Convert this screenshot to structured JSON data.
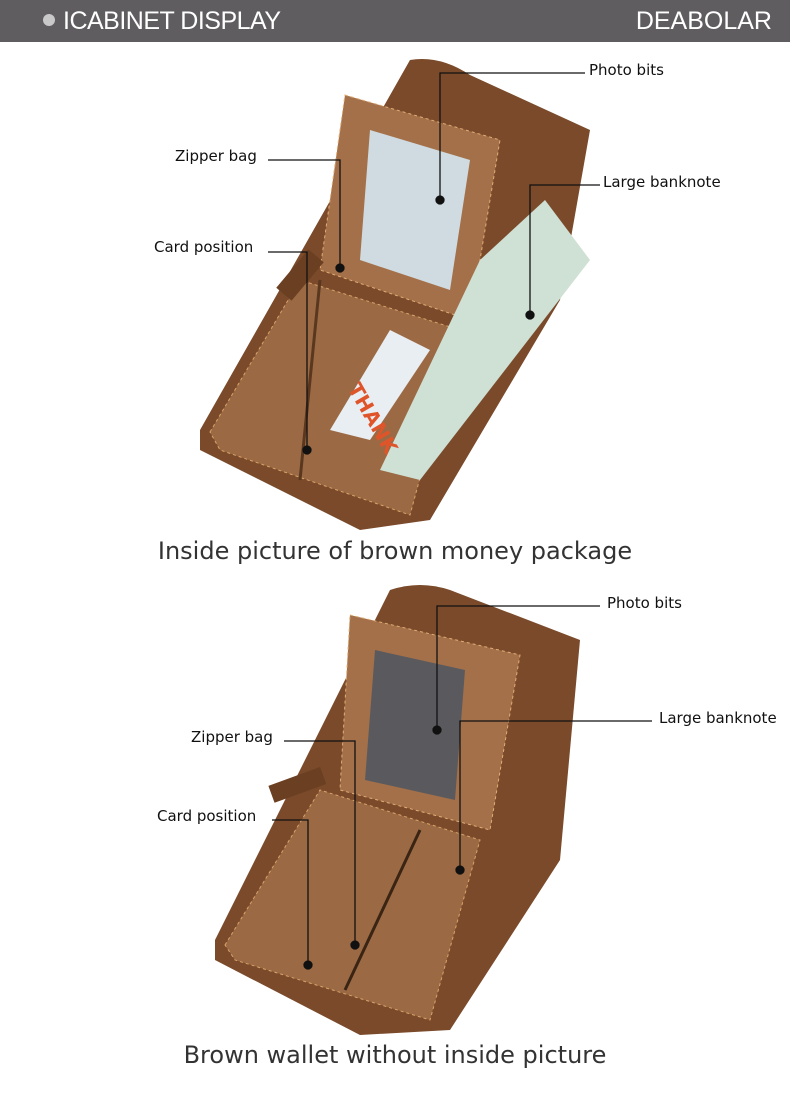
{
  "header": {
    "title": "ICABINET DISPLAY",
    "brand": "DEABOLAR"
  },
  "section1": {
    "caption": "Inside picture of brown money package",
    "labels": {
      "photo": "Photo bits",
      "zipper": "Zipper bag",
      "banknote": "Large banknote",
      "card": "Card position"
    },
    "card_text": "THANK"
  },
  "section2": {
    "caption": "Brown wallet without inside picture",
    "labels": {
      "photo": "Photo bits",
      "zipper": "Zipper bag",
      "banknote": "Large banknote",
      "card": "Card position"
    }
  }
}
